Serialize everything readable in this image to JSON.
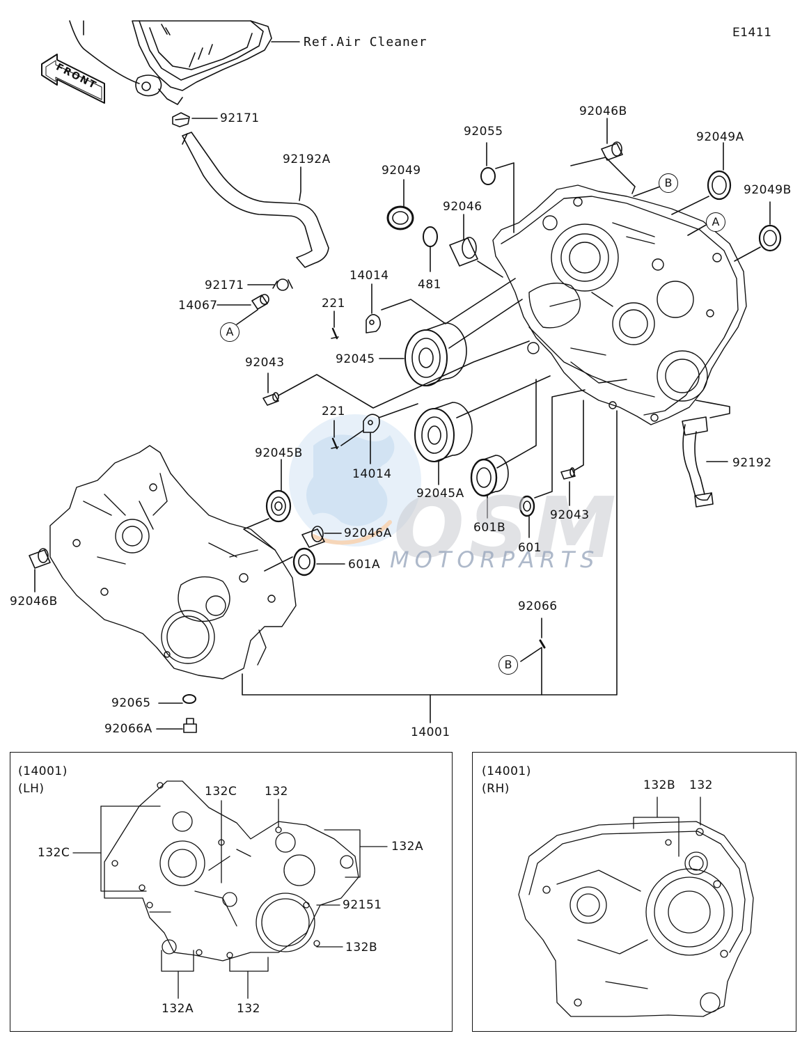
{
  "diagram_id": "E1411",
  "ref_label": "Ref.Air Cleaner",
  "front_label": "FRONT",
  "watermark": {
    "brand": "OSM",
    "sub": "MOTORPARTS"
  },
  "callout_letters": {
    "a": "A",
    "b": "B"
  },
  "parts": {
    "p92171_top": "92171",
    "p92192A": "92192A",
    "p92171_mid": "92171",
    "p14067": "14067",
    "p92055": "92055",
    "p92046B_top": "92046B",
    "p92049A": "92049A",
    "p92049B": "92049B",
    "p92049": "92049",
    "p92046": "92046",
    "p481": "481",
    "p14014_top": "14014",
    "p221_top": "221",
    "p92045": "92045",
    "p92043_left": "92043",
    "p221_mid": "221",
    "p14014_mid": "14014",
    "p92045B": "92045B",
    "p92045A": "92045A",
    "p92046A": "92046A",
    "p601A": "601A",
    "p601B": "601B",
    "p601": "601",
    "p92043_right": "92043",
    "p92192": "92192",
    "p92046B_left": "92046B",
    "p92066": "92066",
    "p92065": "92065",
    "p92066A": "92066A",
    "p14001": "14001"
  },
  "insets": {
    "lh": {
      "code": "(14001)",
      "side": "(LH)",
      "labels": {
        "l132C_top": "132C",
        "l132_top": "132",
        "l132C_left": "132C",
        "l132A_right": "132A",
        "l92151": "92151",
        "l132B": "132B",
        "l132A_bottom": "132A",
        "l132_bottom": "132"
      }
    },
    "rh": {
      "code": "(14001)",
      "side": "(RH)",
      "labels": {
        "r132B": "132B",
        "r132": "132"
      }
    }
  }
}
